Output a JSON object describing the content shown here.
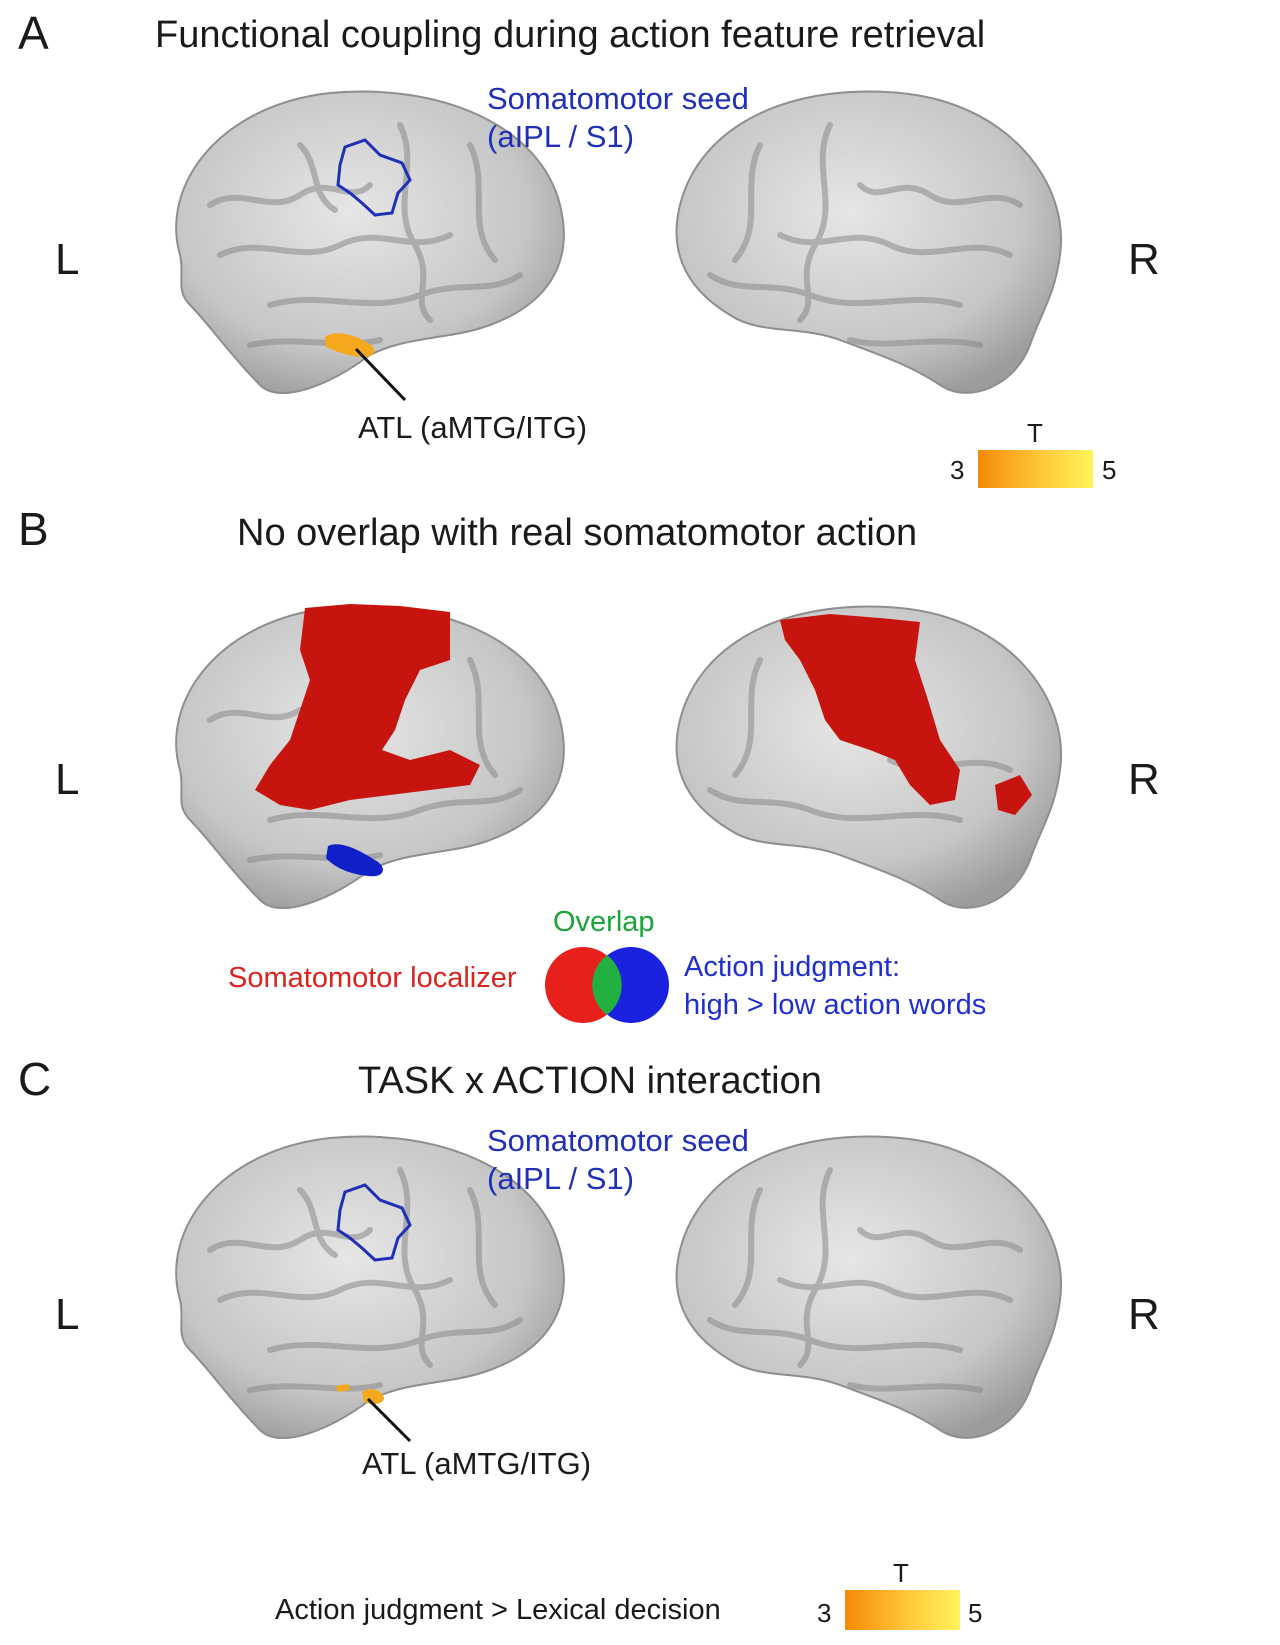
{
  "panel_a": {
    "letter": "A",
    "title": "Functional coupling during action feature retrieval",
    "seed_label_line1": "Somatomotor seed",
    "seed_label_line2": "(aIPL / S1)",
    "left": "L",
    "right": "R",
    "atl_label": "ATL (aMTG/ITG)",
    "colorbar": {
      "title": "T",
      "min": "3",
      "max": "5"
    }
  },
  "panel_b": {
    "letter": "B",
    "title": "No overlap with real somatomotor action",
    "left": "L",
    "right": "R",
    "legend": {
      "overlap": "Overlap",
      "localizer": "Somatomotor localizer",
      "judgment_line1": "Action judgment:",
      "judgment_line2": "high > low action words"
    }
  },
  "panel_c": {
    "letter": "C",
    "title": "TASK x ACTION interaction",
    "seed_label_line1": "Somatomotor seed",
    "seed_label_line2": "(aIPL / S1)",
    "left": "L",
    "right": "R",
    "atl_label": "ATL (aMTG/ITG)",
    "contrast_label": "Action judgment > Lexical decision",
    "colorbar": {
      "title": "T",
      "min": "3",
      "max": "5"
    }
  },
  "colors": {
    "brain": "#c9c9c9",
    "seed_outline": "#1f2fb8",
    "activation_orange": "#f5a81c",
    "localizer_red": "#c8140f",
    "judgment_blue": "#1020c8",
    "overlap_green": "#22b040"
  }
}
